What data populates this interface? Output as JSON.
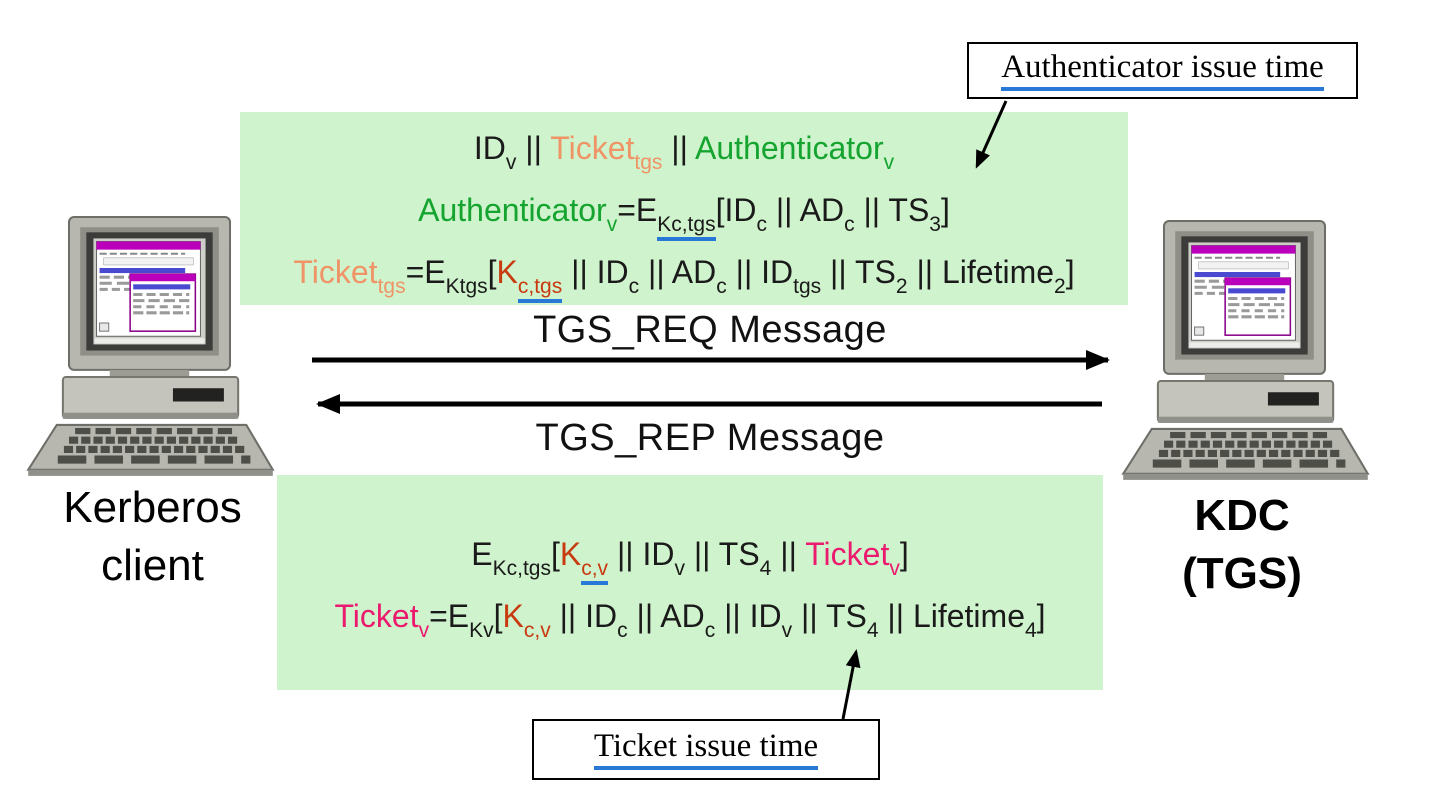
{
  "colors": {
    "black": "#1a1a1a",
    "orange": "#ef9466",
    "green": "#15a42f",
    "red": "#c83a10",
    "magenta": "#ec1a6e",
    "blue_underline": "#2878d8",
    "box_green": "#cff3cc"
  },
  "labels": {
    "authenticator_issue_time": "Authenticator issue time",
    "ticket_issue_time": "Ticket issue time",
    "tgs_req": "TGS_REQ Message",
    "tgs_rep": "TGS_REP Message",
    "client_line1": "Kerberos",
    "client_line2": "client",
    "kdc_line1": "KDC",
    "kdc_line2": "(TGS)"
  },
  "icons": {
    "client_computer": "desktop-computer-icon",
    "kdc_computer": "desktop-computer-icon",
    "arrows": [
      "tgs-req-arrow",
      "tgs-rep-arrow",
      "authenticator-issue-time-arrow",
      "ticket-issue-time-arrow"
    ]
  },
  "top_box": {
    "line1": [
      {
        "t": "ID",
        "sub": "v"
      },
      {
        "t": " || "
      },
      {
        "t": "Ticket",
        "sub": "tgs",
        "c": "orange"
      },
      {
        "t": " || "
      },
      {
        "t": "Authenticator",
        "sub": "v",
        "c": "green"
      }
    ],
    "line2": [
      {
        "t": "Authenticator",
        "sub": "v",
        "c": "green"
      },
      {
        "t": "=E",
        "sub": "Kc,tgs",
        "u": true
      },
      {
        "t": "[ID",
        "sub": "c"
      },
      {
        "t": " || AD",
        "sub": "c"
      },
      {
        "t": " || TS",
        "sub": "3"
      },
      {
        "t": "]"
      }
    ],
    "line3": [
      {
        "t": "Ticket",
        "sub": "tgs",
        "c": "orange"
      },
      {
        "t": "=E",
        "sub": "Ktgs"
      },
      {
        "t": "["
      },
      {
        "t": "K",
        "sub": "c,tgs",
        "c": "red",
        "u": true
      },
      {
        "t": " || ID",
        "sub": "c"
      },
      {
        "t": " || AD",
        "sub": "c"
      },
      {
        "t": " || ID",
        "sub": "tgs"
      },
      {
        "t": " || TS",
        "sub": "2"
      },
      {
        "t": " || Lifetime",
        "sub": "2"
      },
      {
        "t": "]"
      }
    ]
  },
  "bottom_box": {
    "line1": [
      {
        "t": "E",
        "sub": "Kc,tgs"
      },
      {
        "t": "["
      },
      {
        "t": "K",
        "sub": "c,v",
        "c": "red",
        "u": true
      },
      {
        "t": " || ID",
        "sub": "v"
      },
      {
        "t": " || TS",
        "sub": "4"
      },
      {
        "t": " || "
      },
      {
        "t": "Ticket",
        "sub": "v",
        "c": "magenta"
      },
      {
        "t": "]"
      }
    ],
    "line2": [
      {
        "t": "Ticket",
        "sub": "v",
        "c": "magenta"
      },
      {
        "t": "=E",
        "sub": "Kv"
      },
      {
        "t": "["
      },
      {
        "t": "K",
        "sub": "c,v",
        "c": "red"
      },
      {
        "t": " || ID",
        "sub": "c"
      },
      {
        "t": " || AD",
        "sub": "c"
      },
      {
        "t": " || ID",
        "sub": "v"
      },
      {
        "t": " || TS",
        "sub": "4"
      },
      {
        "t": " || Lifetime",
        "sub": "4"
      },
      {
        "t": "]"
      }
    ]
  }
}
